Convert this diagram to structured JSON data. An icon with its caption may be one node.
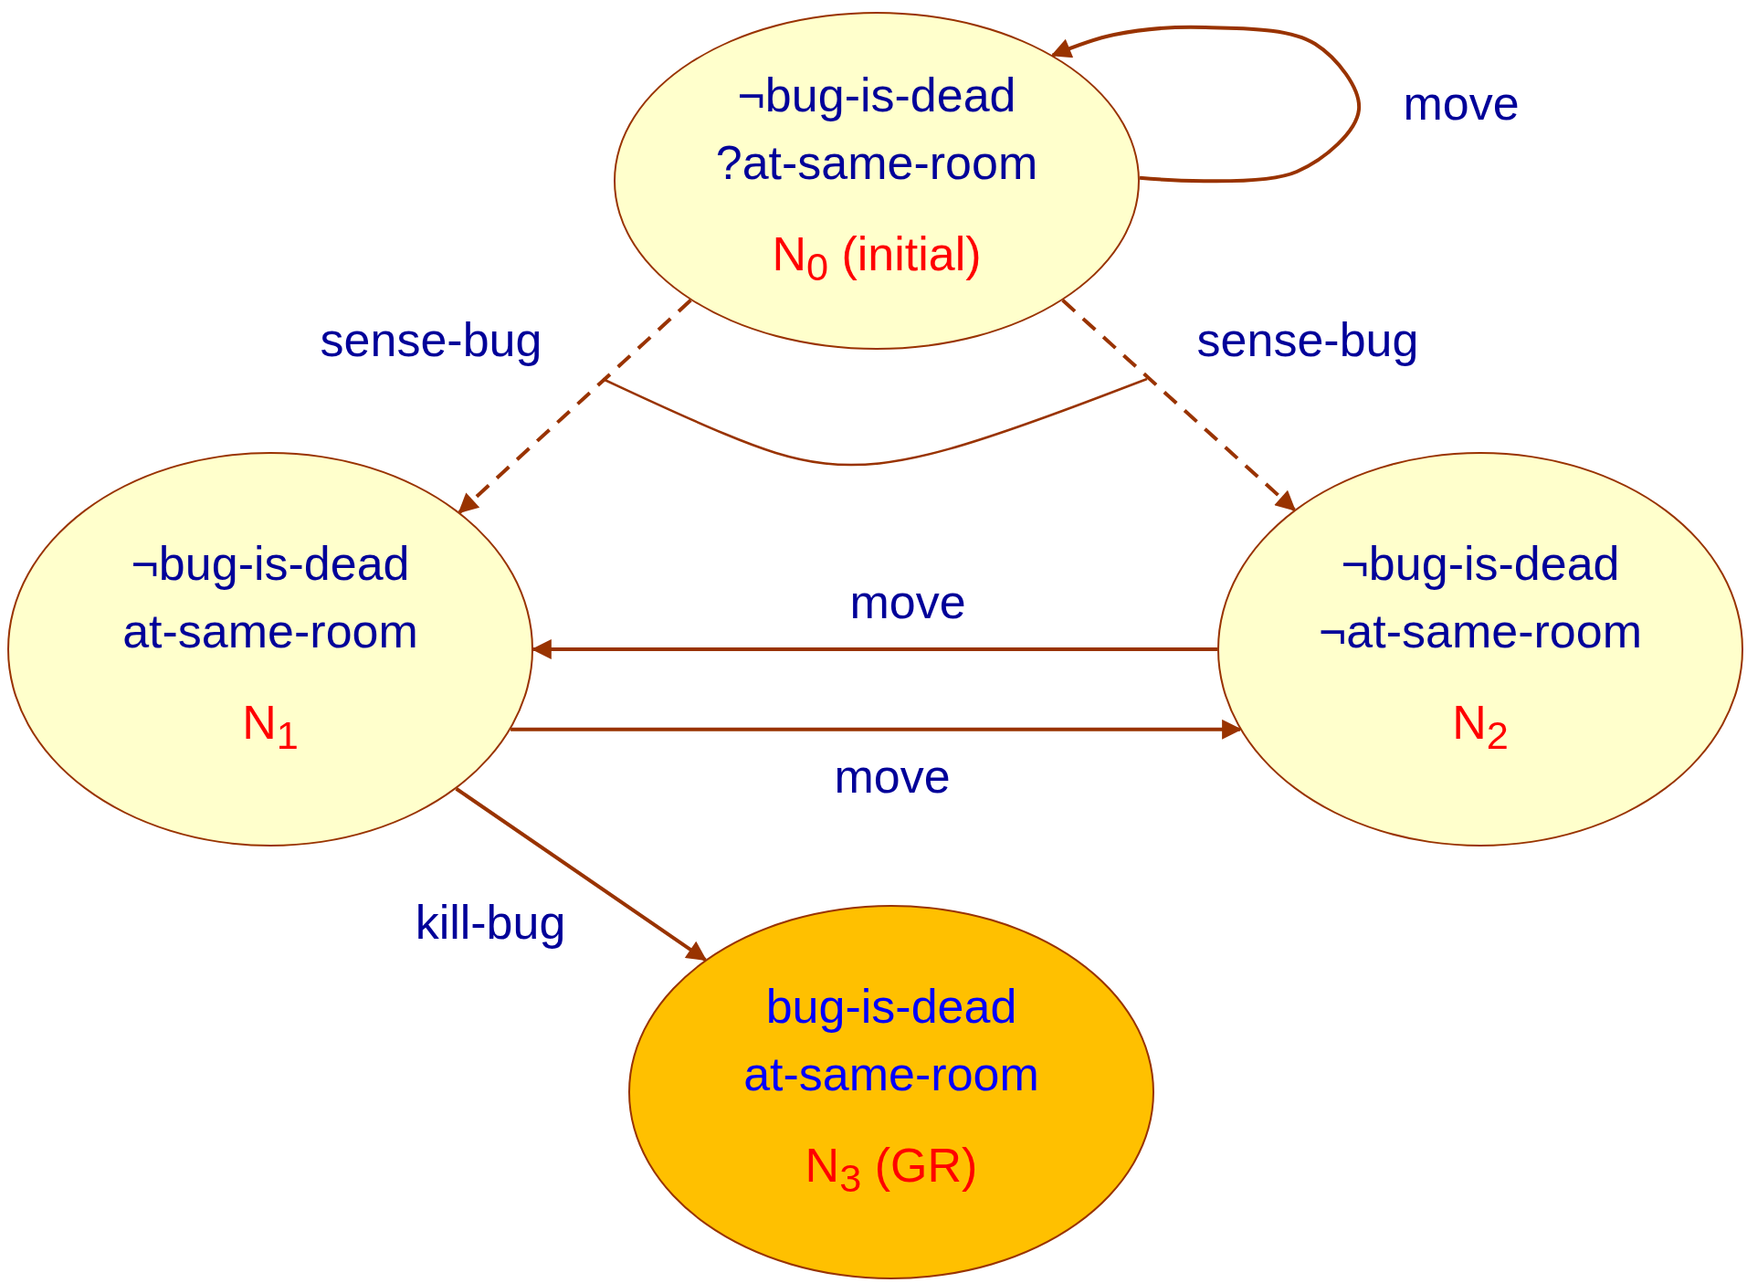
{
  "diagram": {
    "nodes": [
      {
        "text": [
          "¬bug-is-dead",
          "?at-same-room",
          "N$_{0}$ (initial)"
        ]
      },
      {
        "text": [
          "¬bug-is-dead",
          "at-same-room",
          "N$_{1}$"
        ]
      },
      {
        "text": [
          "¬bug-is-dead",
          "¬at-same-room",
          "N$_{2}$"
        ]
      },
      {
        "text": [
          "bug-is-dead",
          "at-same-room",
          "N$_{3}$ (GR)"
        ]
      }
    ],
    "edges": [
      {
        "from": 0,
        "to": 0,
        "arrow": "to",
        "label": "move"
      },
      {
        "from": 0,
        "to": 1,
        "arrow": "to",
        "label": "sense-bug",
        "style": "dashed"
      },
      {
        "from": 0,
        "to": 2,
        "arrow": "to",
        "label": "sense-bug",
        "style": "dashed"
      },
      {
        "from": 2,
        "to": 1,
        "arrow": "to",
        "label": "move"
      },
      {
        "from": 1,
        "to": 2,
        "arrow": "to",
        "label": "move"
      },
      {
        "from": 1,
        "to": 3,
        "arrow": "to",
        "label": "kill-bug"
      }
    ]
  }
}
